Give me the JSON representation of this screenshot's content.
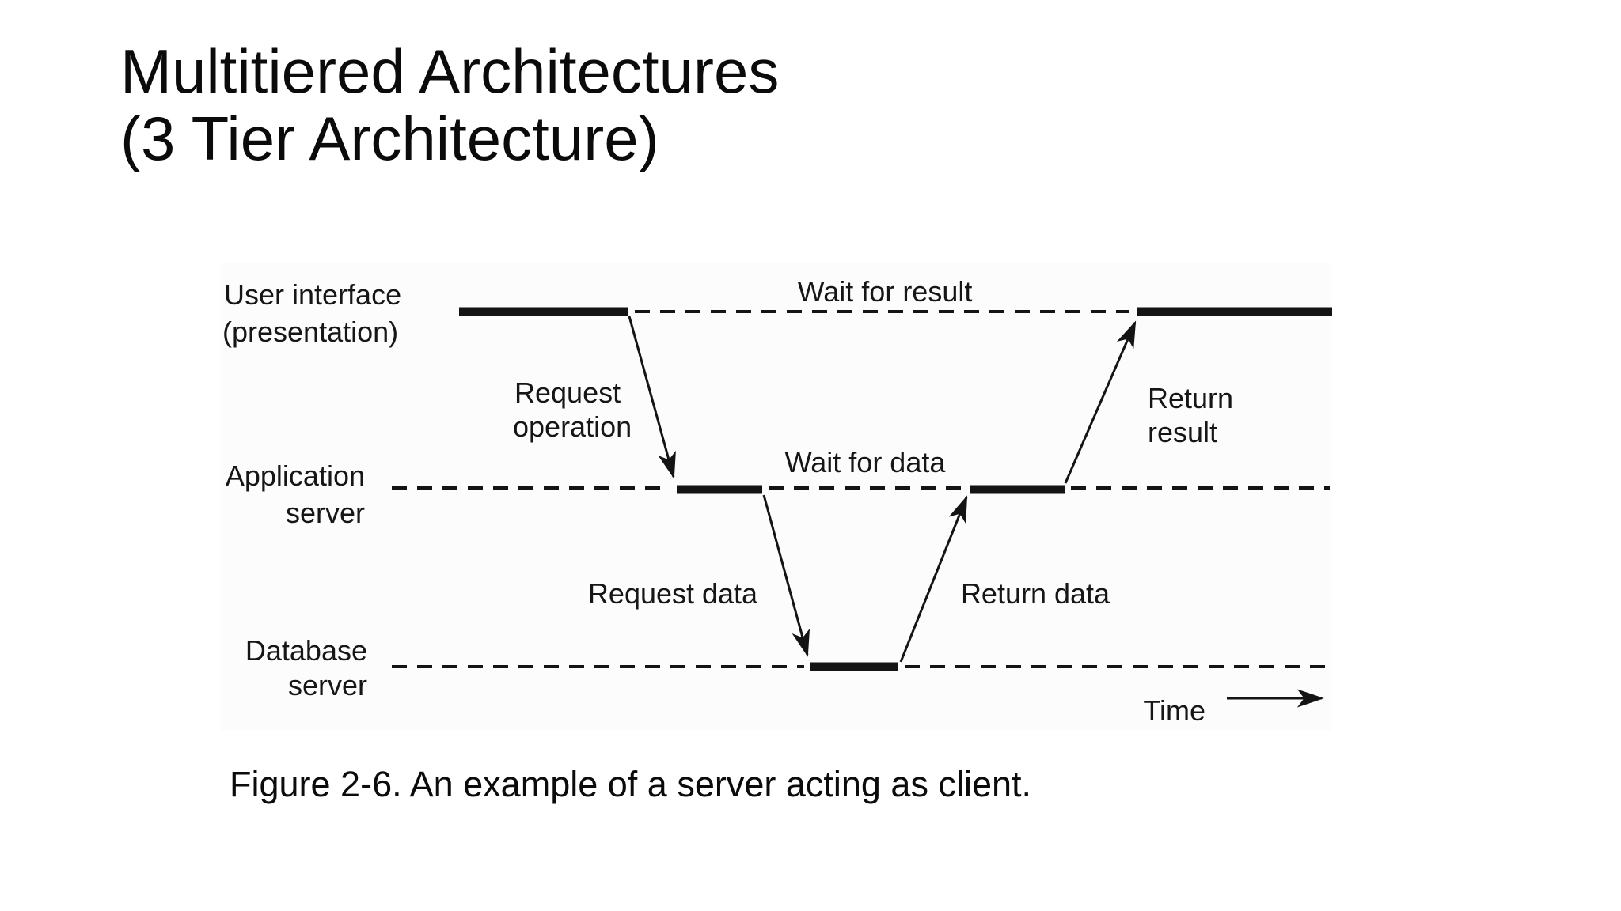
{
  "slide": {
    "title_line1": "Multitiered Architectures",
    "title_line2": "(3 Tier Architecture)",
    "caption": "Figure 2-6. An example of a server acting as client."
  },
  "figure": {
    "lifelines": [
      {
        "name": "user-interface",
        "label_line1": "User interface",
        "label_line2": "(presentation)"
      },
      {
        "name": "application-server",
        "label_line1": "Application",
        "label_line2": "server"
      },
      {
        "name": "database-server",
        "label_line1": "Database",
        "label_line2": "server"
      }
    ],
    "messages": {
      "request_operation_line1": "Request",
      "request_operation_line2": "operation",
      "request_data": "Request data",
      "return_data": "Return data",
      "return_result_line1": "Return",
      "return_result_line2": "result",
      "wait_for_result": "Wait for result",
      "wait_for_data": "Wait for data"
    },
    "time_label": "Time",
    "colors": {
      "ink": "#141414",
      "figure_bg": "#fcfcfc",
      "page_bg": "#ffffff"
    }
  }
}
